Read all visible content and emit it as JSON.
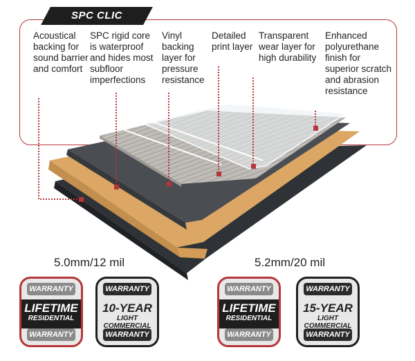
{
  "header": {
    "tag": "SPC CLIC"
  },
  "labels": [
    "Acoustical backing for sound barrier and comfort",
    "SPC rigid core is waterproof and hides most subfloor imperfections",
    "Vinyl backing layer for pressure resistance",
    "Detailed print layer",
    "Transparent wear layer for high durability",
    "Enhanced polyurethane finish for superior scratch and abrasion resistance"
  ],
  "products": [
    {
      "thickness": "5.0mm/12 mil",
      "badges": [
        {
          "top": "WARRANTY",
          "main": "LIFETIME",
          "sub": "RESIDENTIAL",
          "sub2": "",
          "bottom": "WARRANTY"
        },
        {
          "top": "WARRANTY",
          "main": "10-YEAR",
          "sub": "LIGHT",
          "sub2": "COMMERCIAL",
          "bottom": "WARRANTY"
        }
      ]
    },
    {
      "thickness": "5.2mm/20 mil",
      "badges": [
        {
          "top": "WARRANTY",
          "main": "LIFETIME",
          "sub": "RESIDENTIAL",
          "sub2": "",
          "bottom": "WARRANTY"
        },
        {
          "top": "WARRANTY",
          "main": "15-YEAR",
          "sub": "LIGHT",
          "sub2": "COMMERCIAL",
          "bottom": "WARRANTY"
        }
      ]
    }
  ],
  "colors": {
    "accent": "#b5353a",
    "dark": "#1e1e1e",
    "core": "#dca764",
    "backing": "#3c3f43",
    "wood": "#b9b6b2"
  }
}
